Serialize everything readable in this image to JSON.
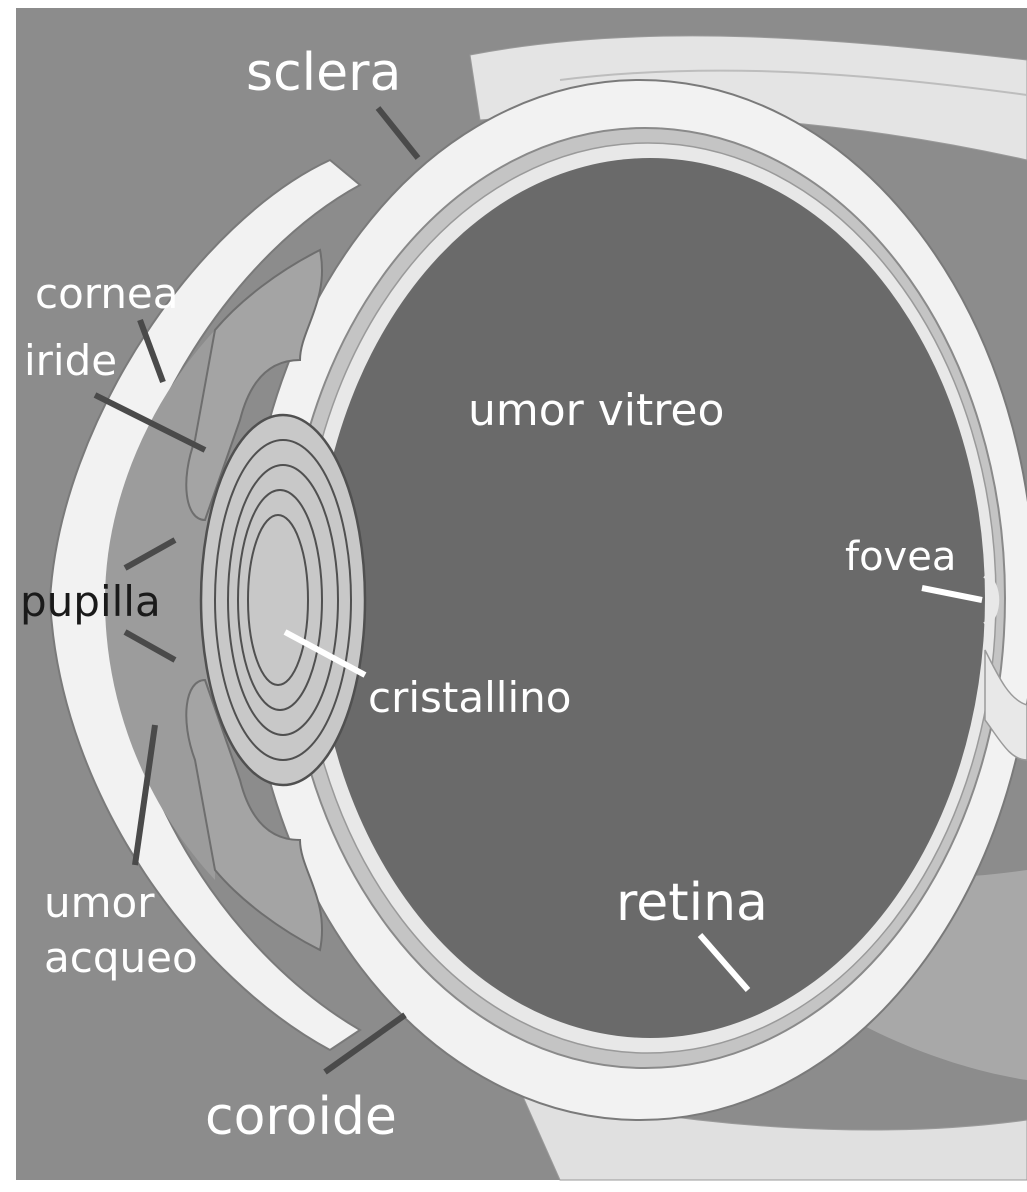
{
  "labels": {
    "sclera": "sclera",
    "cornea": "cornea",
    "iride": "iride",
    "pupilla": "pupilla",
    "umor_vitreo": "umor vitreo",
    "fovea": "fovea",
    "cristallino": "cristallino",
    "umor_acqueo_line1": "umor",
    "umor_acqueo_line2": "acqueo",
    "retina": "retina",
    "coroide": "coroide"
  },
  "colors": {
    "frame_border": "#ffffff",
    "background": "#8c8c8c",
    "vitreous": "#6a6a6a",
    "sclera": "#f2f2f2",
    "choroid": "#bdbdbd",
    "retina_line": "#9a9a9a",
    "lens_fill": "#c8c8c8",
    "lens_ring": "#505050",
    "iris": "#a4a4a4",
    "aqueous": "#9c9c9c",
    "muscle": "#d9d9d9",
    "label_light": "#ffffff",
    "label_dark": "#1a1a1a",
    "leader_dark": "#4a4a4a",
    "leader_light": "#ffffff"
  }
}
